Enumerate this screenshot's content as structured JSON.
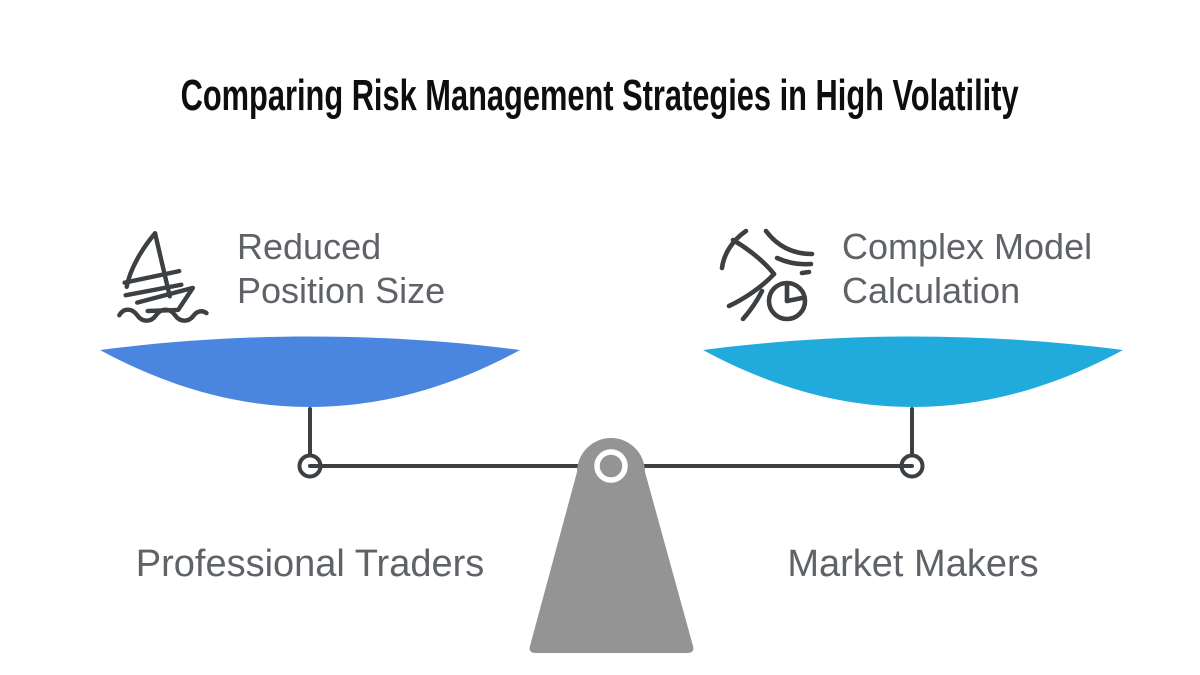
{
  "title": "Comparing Risk Management Strategies in High Volatility",
  "scale": {
    "left": {
      "icon": "sailboat-icon",
      "label_line1": "Reduced",
      "label_line2": "Position Size",
      "group_label": "Professional Traders"
    },
    "right": {
      "icon": "turbulence-clock-icon",
      "label_line1": "Complex Model",
      "label_line2": "Calculation",
      "group_label": "Market Makers"
    }
  },
  "colors": {
    "accent_left": "#4a86e0",
    "accent_right": "#21aadc",
    "ink": "#3c4043",
    "label": "#5f6368",
    "fulcrum": "#949494",
    "title": "#0e0e0e",
    "background": "#ffffff"
  }
}
